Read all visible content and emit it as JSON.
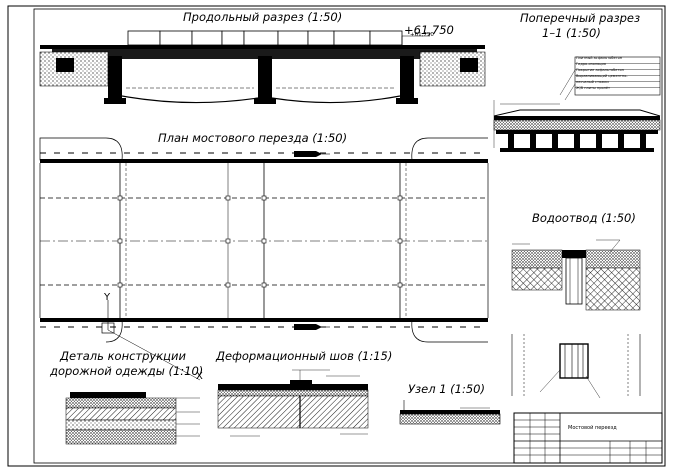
{
  "sheet": {
    "title_longitudinal": "Продольный разрез (1:50)",
    "title_cross_line1": "Поперечный разрез",
    "title_cross_line2": "1–1 (1:50)",
    "title_plan": "План мостового перезда (1:50)",
    "title_drainage": "Водоотвод (1:50)",
    "title_detail_line1": "Деталь конструкции",
    "title_detail_line2": "дорожной одежды (1:10)",
    "title_joint": "Деформационный шов (1:15)",
    "title_node": "Узел 1 (1:50)",
    "axis_y": "Y",
    "axis_x": "X",
    "elevation_mark": "+61,750",
    "legend_lines": [
      "Плитный асфальтобетон",
      "Гидро-изоляция",
      "Покрытие асфальтобетон",
      "Выравнивающий цементно-",
      "песчаный стяжки",
      "Ж/б плиты пролёт"
    ],
    "stamp_doc_title": "Мостовой переезд",
    "palette": {
      "ink": "#000000",
      "paper": "#ffffff",
      "hatch": "#555555"
    }
  }
}
